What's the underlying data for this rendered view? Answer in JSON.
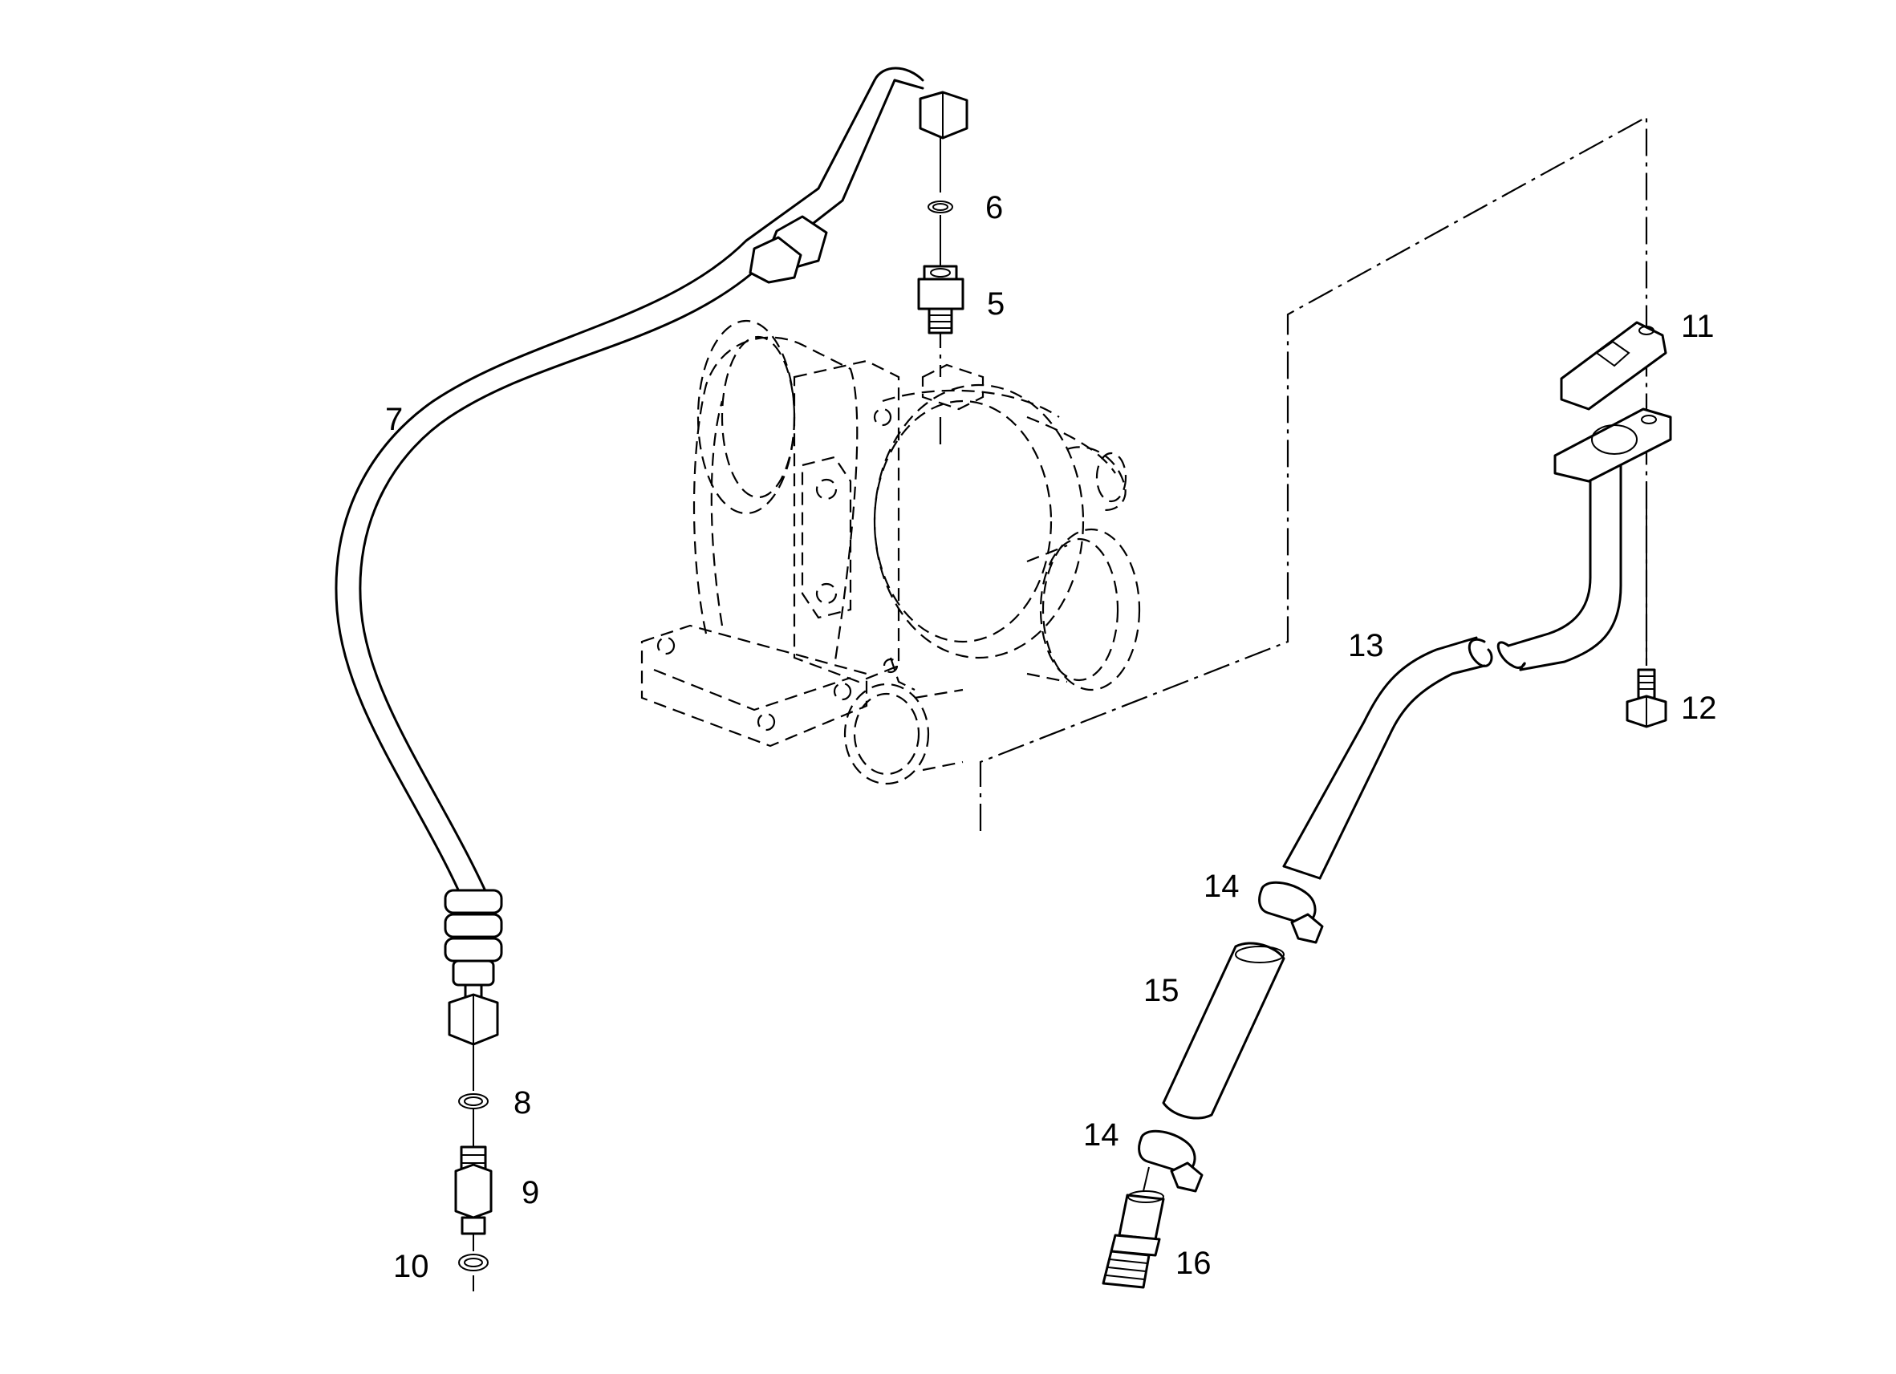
{
  "diagram": {
    "callouts": [
      {
        "id": "6",
        "text": "6"
      },
      {
        "id": "5",
        "text": "5"
      },
      {
        "id": "7",
        "text": "7"
      },
      {
        "id": "11",
        "text": "11"
      },
      {
        "id": "12",
        "text": "12"
      },
      {
        "id": "13",
        "text": "13"
      },
      {
        "id": "14a",
        "text": "14"
      },
      {
        "id": "15",
        "text": "15"
      },
      {
        "id": "8",
        "text": "8"
      },
      {
        "id": "9",
        "text": "9"
      },
      {
        "id": "14b",
        "text": "14"
      },
      {
        "id": "10",
        "text": "10"
      },
      {
        "id": "16",
        "text": "16"
      }
    ]
  }
}
